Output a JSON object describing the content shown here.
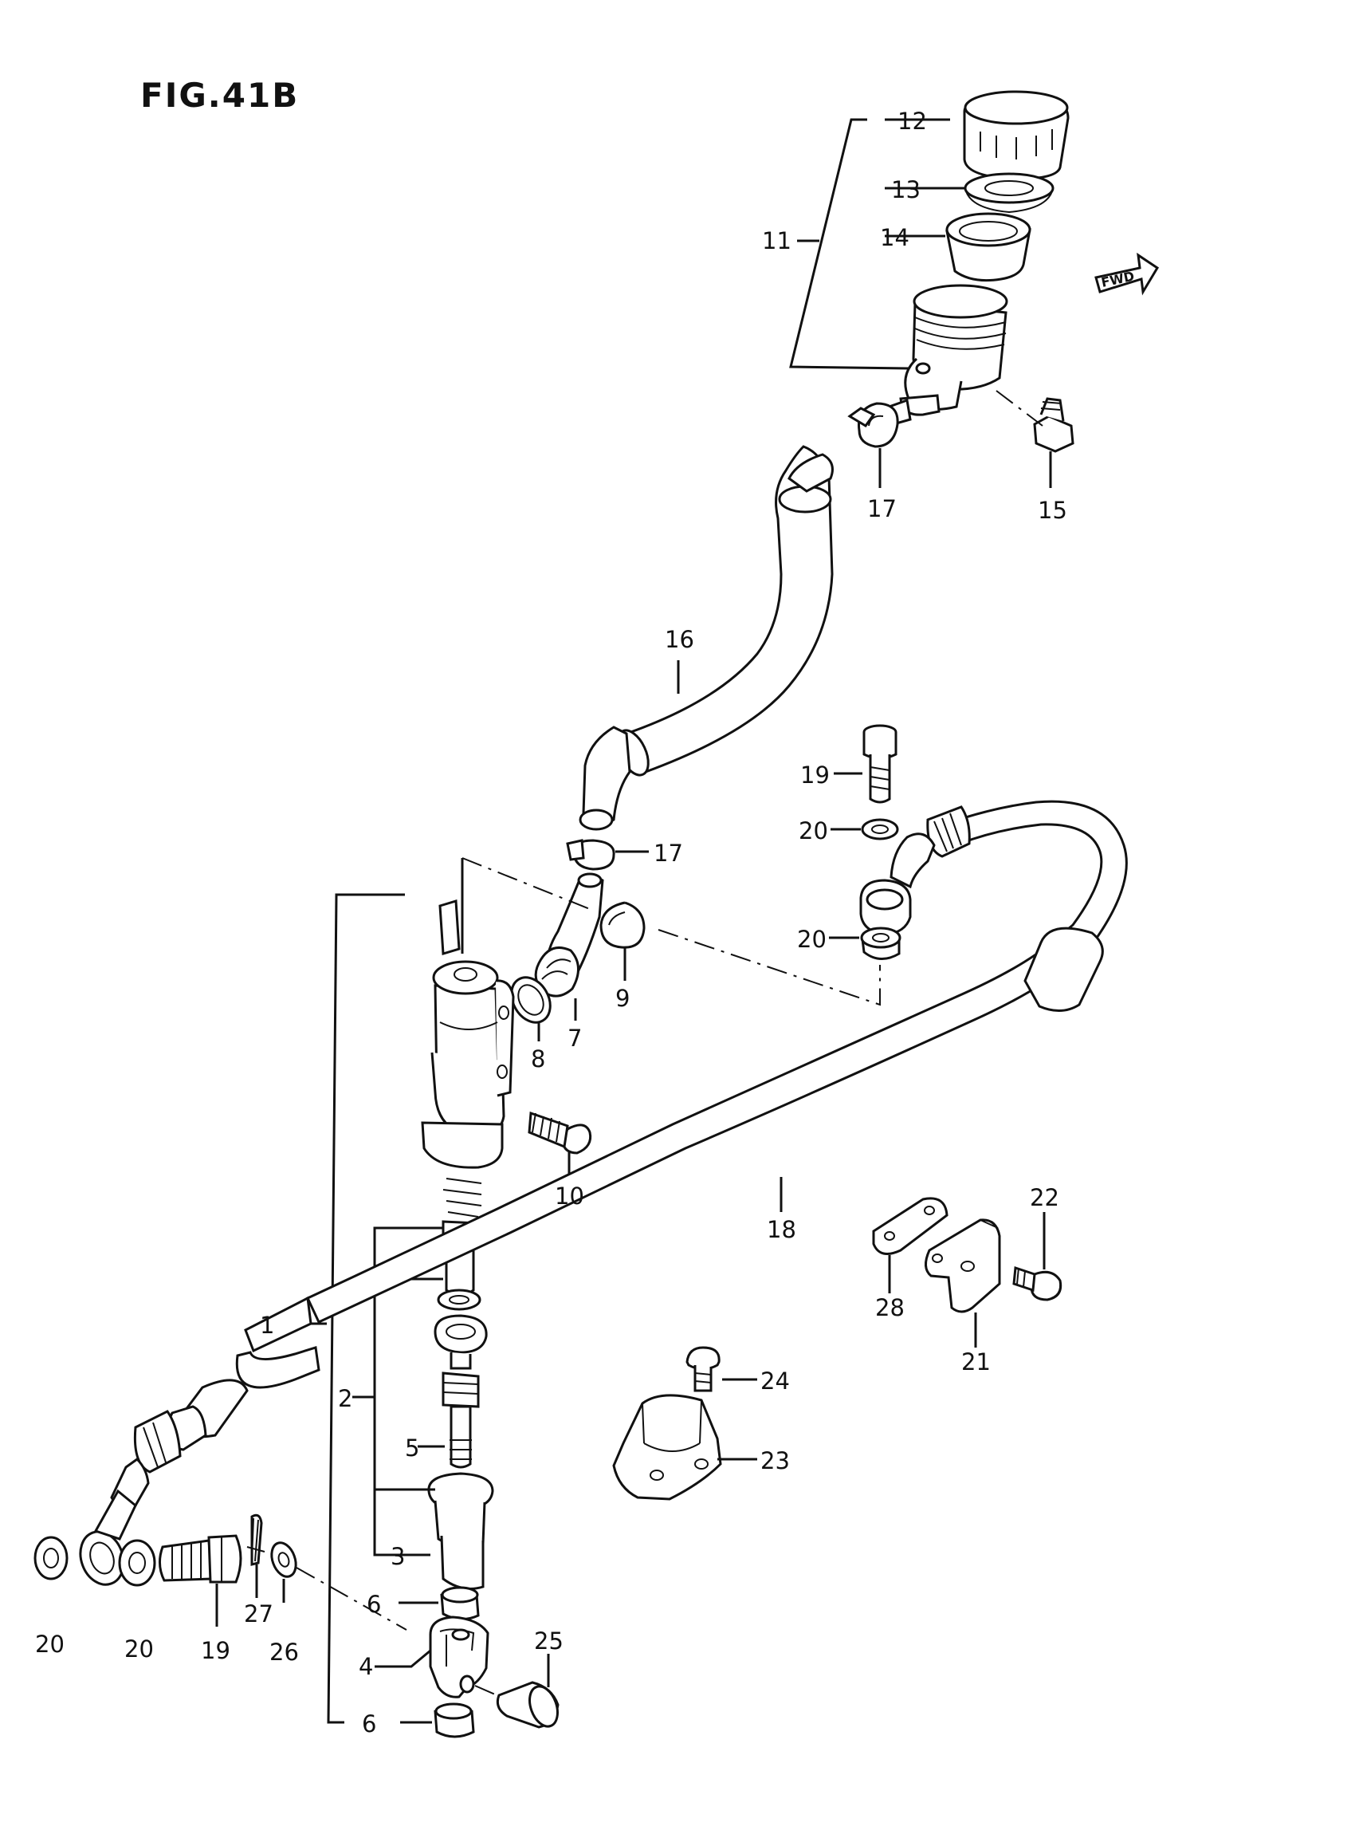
{
  "figure": {
    "title": "FIG.41B",
    "fwd_marker": "FWD"
  },
  "labels": {
    "l1": "1",
    "l2": "2",
    "l3": "3",
    "l4": "4",
    "l5": "5",
    "l6a": "6",
    "l6b": "6",
    "l7": "7",
    "l8": "8",
    "l9": "9",
    "l10": "10",
    "l11": "11",
    "l12": "12",
    "l13": "13",
    "l14": "14",
    "l15": "15",
    "l16": "16",
    "l17a": "17",
    "l17b": "17",
    "l18": "18",
    "l19a": "19",
    "l19b": "19",
    "l20a": "20",
    "l20b": "20",
    "l20c": "20",
    "l20d": "20",
    "l21": "21",
    "l22": "22",
    "l23": "23",
    "l24": "24",
    "l25": "25",
    "l26": "26",
    "l27": "27",
    "l28": "28"
  }
}
